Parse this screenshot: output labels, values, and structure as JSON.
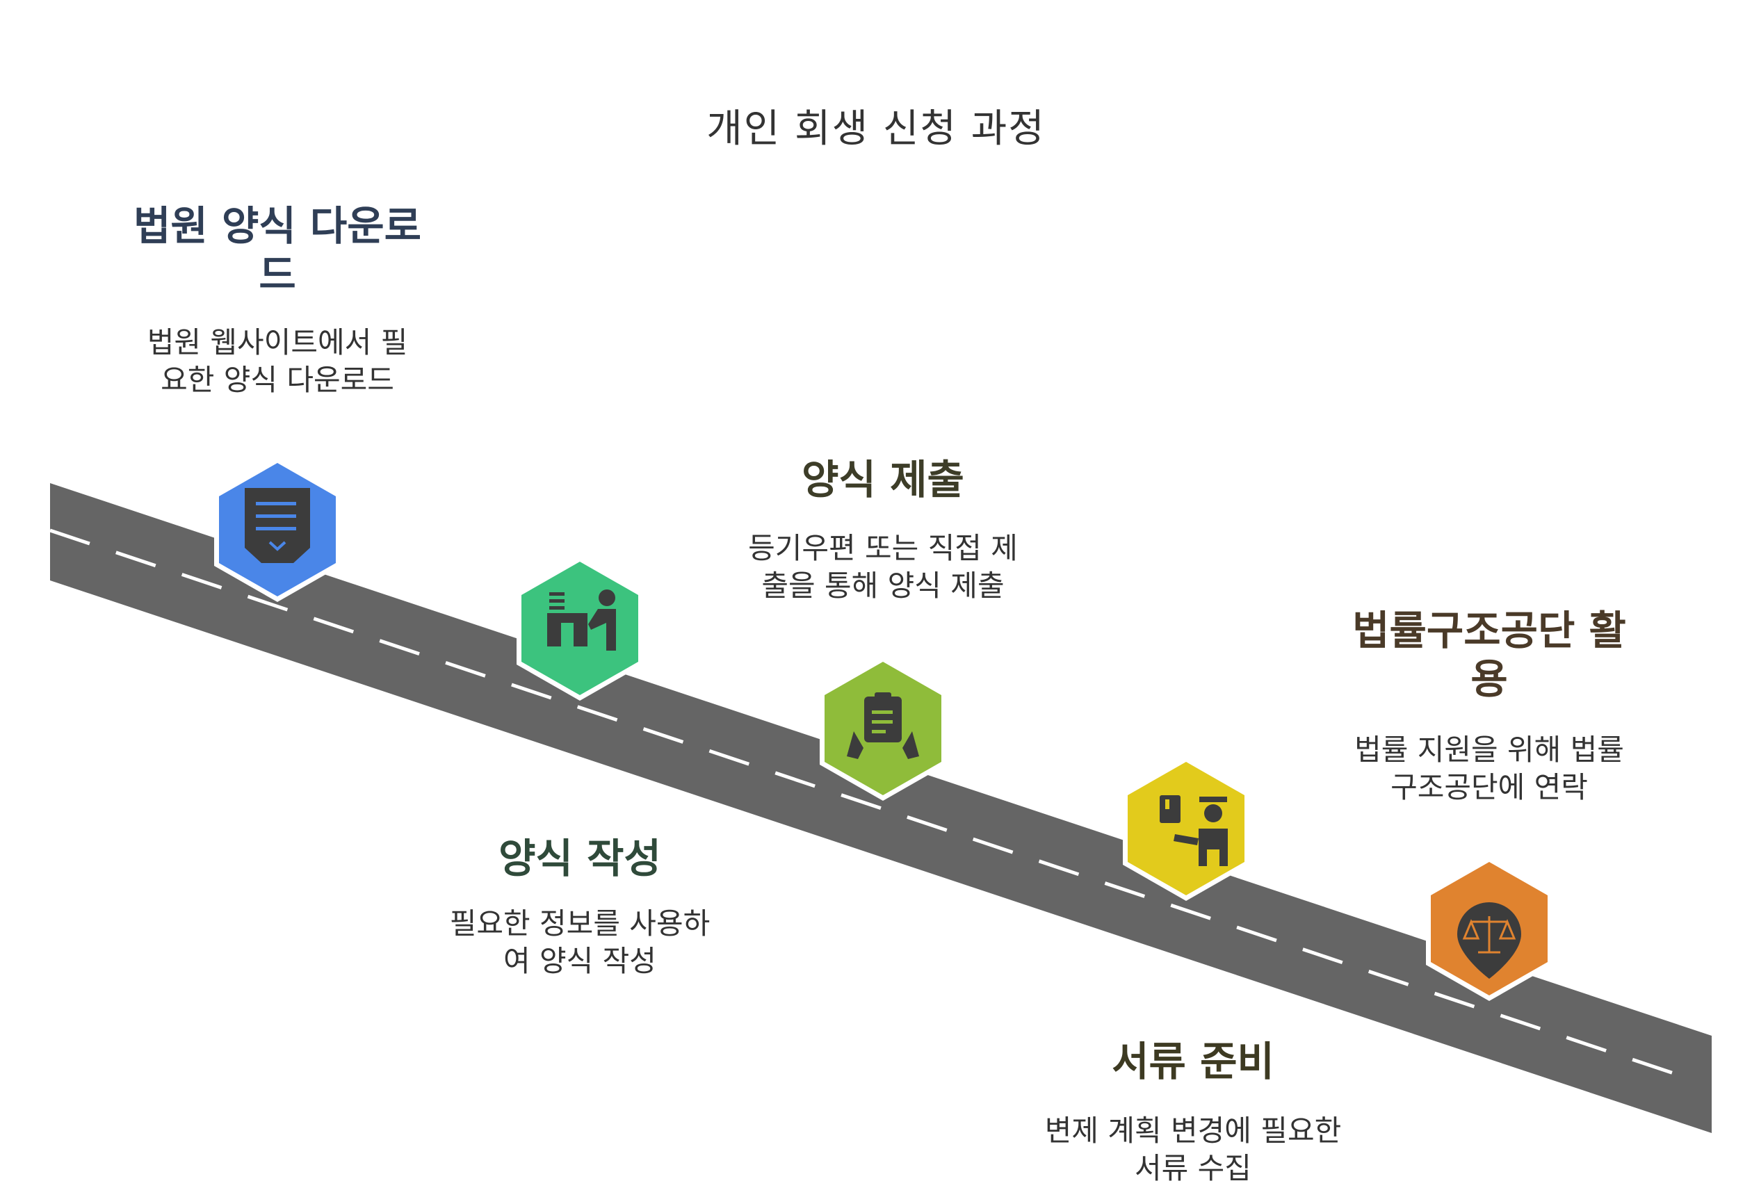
{
  "title": "개인 회생 신청 과정",
  "steps": [
    {
      "title": "법원 양식 다운로드",
      "desc": "법원 웹사이트에서 필요한 양식 다운로드",
      "color": "#4a86e8",
      "icon": "document-download-icon",
      "title_color": "#2f3e56"
    },
    {
      "title": "양식 작성",
      "desc": "필요한 정보를 사용하여 양식 작성",
      "color": "#3cc37e",
      "icon": "person-at-desk-icon",
      "title_color": "#2f4a3a"
    },
    {
      "title": "양식 제출",
      "desc": "등기우편 또는 직접 제출을 통해 양식 제출",
      "color": "#8fbc3a",
      "icon": "hands-holding-form-icon",
      "title_color": "#3d3d28"
    },
    {
      "title": "서류 준비",
      "desc": "변제 계획 변경에 필요한 서류 수집",
      "color": "#e2cb1c",
      "icon": "officer-with-document-icon",
      "title_color": "#3d3a22"
    },
    {
      "title": "법률구조공단 활용",
      "desc": "법률 지원을 위해 법률구조공단에 연락",
      "color": "#e0832f",
      "icon": "legal-scale-pin-icon",
      "title_color": "#4a3a28"
    }
  ]
}
